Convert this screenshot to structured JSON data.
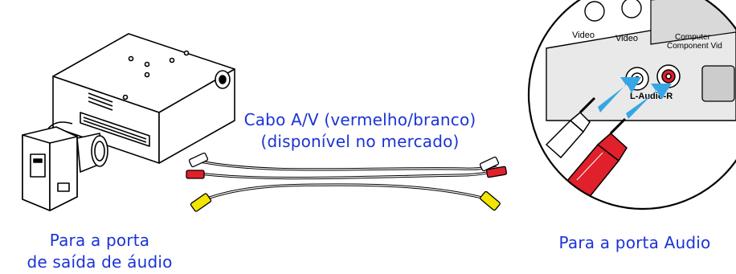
{
  "cable": {
    "line1": "Cabo A/V (vermelho/branco)",
    "line2": "(disponível no mercado)"
  },
  "source": {
    "line1": "Para a porta",
    "line2": "de saída de áudio"
  },
  "destination": {
    "label": "Para a porta Audio"
  },
  "panel": {
    "video_left": "Video",
    "video_right": "Video",
    "computer": "Computer",
    "component": "Component Vid",
    "audio_lr": "L-Audio-R"
  },
  "colors": {
    "text": "#1a33d6",
    "arrow": "#36a6e6",
    "red_plug": "#e0202a",
    "yellow_plug": "#f2e600"
  }
}
